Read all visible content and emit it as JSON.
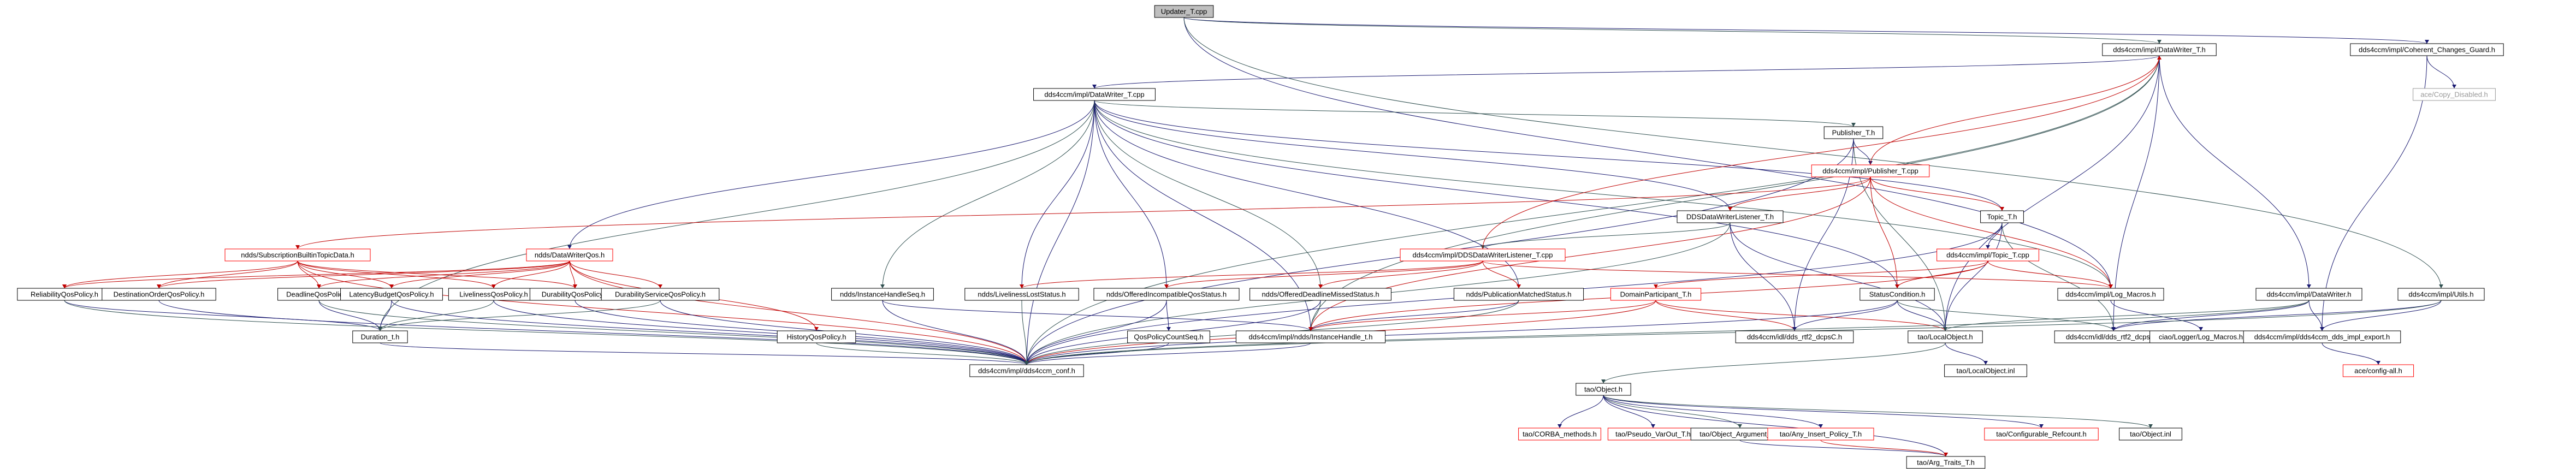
{
  "title": "Updater_T.cpp include dependency graph",
  "colors": {
    "edge_main": "#191970",
    "edge_alt": "#2f4f4f",
    "edge_red": "#c00000",
    "node_border": "#000000",
    "missing_border": "#ff0000",
    "root_fill": "#bfbfbf"
  },
  "nodes": {
    "updater": "Updater_T.cpp",
    "writer_h": "dds4ccm/impl/DataWriter_T.h",
    "ccg": "dds4ccm/impl/Coherent_Changes_Guard.h",
    "copy_disabled": "ace/Copy_Disabled.h",
    "writer_cpp": "dds4ccm/impl/DataWriter_T.cpp",
    "publisher_h": "Publisher_T.h",
    "publisher_cpp": "dds4ccm/impl/Publisher_T.cpp",
    "topic_h": "Topic_T.h",
    "topic_cpp": "dds4ccm/impl/Topic_T.cpp",
    "dwl_h": "DDSDataWriterListener_T.h",
    "dwl_cpp": "dds4ccm/impl/DDSDataWriterListener_T.cpp",
    "sub_builtin": "ndds/SubscriptionBuiltinTopicData.h",
    "writer_qos": "ndds/DataWriterQos.h",
    "reliability": "ReliabilityQosPolicy.h",
    "dest_order": "DestinationOrderQosPolicy.h",
    "deadline": "DeadlineQosPolicy.h",
    "latency": "LatencyBudgetQosPolicy.h",
    "liveliness_pol": "LivelinessQosPolicy.h",
    "durability": "DurabilityQosPolicy.h",
    "dur_service": "DurabilityServiceQosPolicy.h",
    "ih_seq": "ndds/InstanceHandleSeq.h",
    "lost_status": "ndds/LivelinessLostStatus.h",
    "offered_incompat": "ndds/OfferedIncompatibleQosStatus.h",
    "offered_deadline": "ndds/OfferedDeadlineMissedStatus.h",
    "pub_matched": "ndds/PublicationMatchedStatus.h",
    "domain_part": "DomainParticipant_T.h",
    "status_cond": "StatusCondition.h",
    "log_macros": "dds4ccm/impl/Log_Macros.h",
    "impl_writer": "dds4ccm/impl/DataWriter.h",
    "utils": "dds4ccm/impl/Utils.h",
    "duration": "Duration_t.h",
    "history": "HistoryQosPolicy.h",
    "qos_seq": "QosPolicyCountSeq.h",
    "ih_t": "dds4ccm/impl/ndds/InstanceHandle_t.h",
    "rti_dcps": "dds4ccm/idl/dds_rtf2_dcpsC.h",
    "rti_dcps2": "dds4ccm/idl/dds_rtf2_dcpsC.h",
    "local_obj": "tao/LocalObject.h",
    "local_obj_inl": "tao/LocalObject.inl",
    "logger": "ciao/Logger/Log_Macros.h",
    "impl_export": "dds4ccm/impl/dds4ccm_dds_impl_export.h",
    "config_all": "ace/config-all.h",
    "conf": "dds4ccm/impl/dds4ccm_conf.h",
    "tao_object": "tao/Object.h",
    "corba_methods": "tao/CORBA_methods.h",
    "pseudo_var": "tao/Pseudo_VarOut_T.h",
    "obj_argument": "tao/Object_Argument_T.h",
    "any_insert": "tao/Any_Insert_Policy_T.h",
    "configurable": "tao/Configurable_Refcount.h",
    "object_inl": "tao/Object.inl",
    "arg_traits": "tao/Arg_Traits_T.h"
  }
}
